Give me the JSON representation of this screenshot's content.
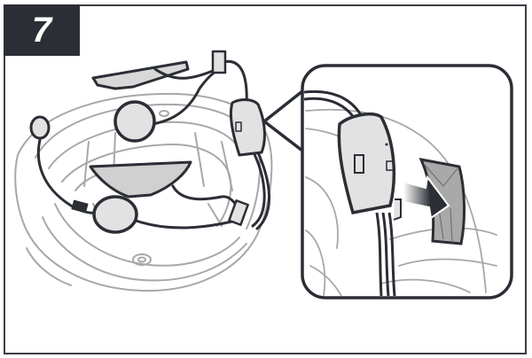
{
  "step": {
    "number": "7"
  },
  "colors": {
    "badge_bg": "#2b2e35",
    "badge_text": "#ffffff",
    "outline": "#2b2e35",
    "helmet_line": "#a8a8a8",
    "component_fill": "#e2e2e2",
    "pad_fill": "#a9a9a9",
    "frame": "#3a3d44"
  },
  "illustration": {
    "main": {
      "subject": "helmet-interior-with-headset-kit",
      "components": [
        "speaker-left",
        "speaker-right",
        "boom-microphone",
        "clamp-unit",
        "main-unit",
        "wire-connectors",
        "chin-pad"
      ]
    },
    "detail": {
      "subject": "main-unit-attaching-to-helmet-pad",
      "arrow": "insert-direction-arrow"
    }
  }
}
